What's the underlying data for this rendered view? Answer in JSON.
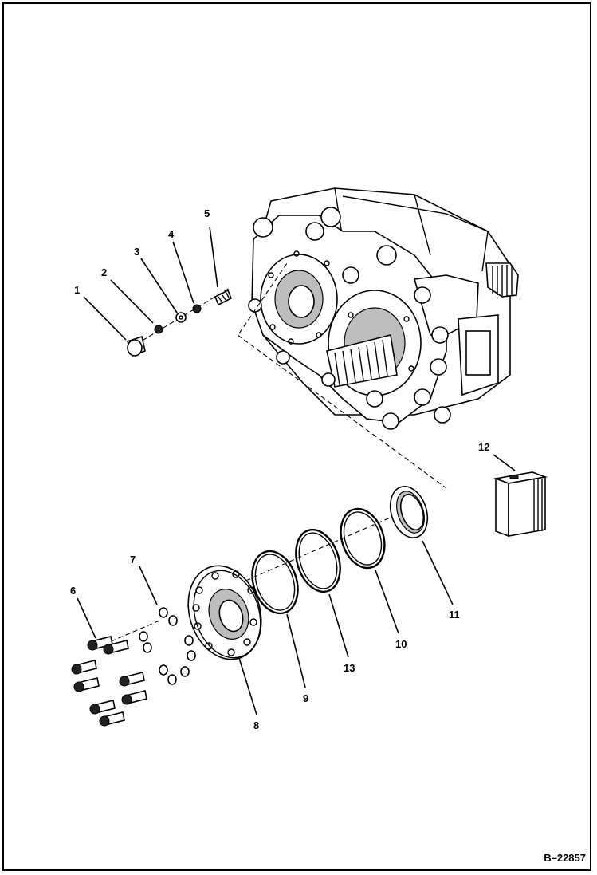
{
  "figure": {
    "reference": "B–22857",
    "callouts": [
      "1",
      "2",
      "3",
      "4",
      "5",
      "6",
      "7",
      "8",
      "9",
      "10",
      "11",
      "12",
      "13"
    ]
  }
}
